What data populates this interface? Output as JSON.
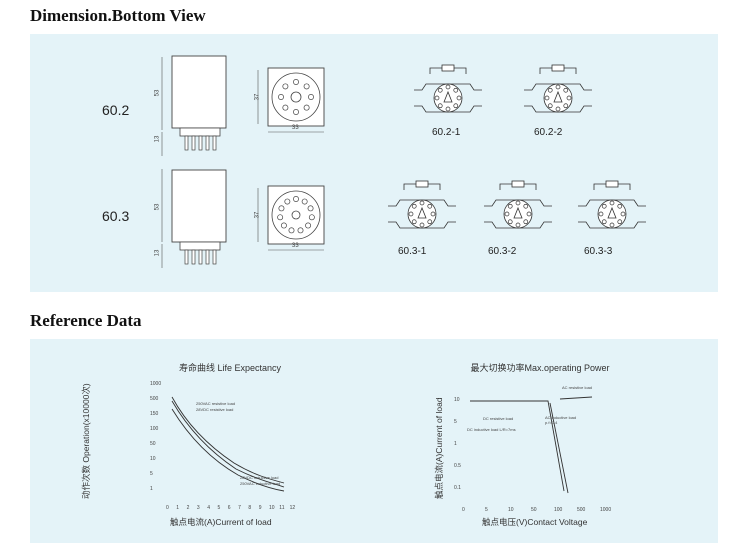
{
  "dimension": {
    "heading": "Dimension.Bottom View",
    "models": [
      {
        "label": "60.2",
        "width": "33",
        "height": "37",
        "body": "53",
        "pin": "13"
      },
      {
        "label": "60.3",
        "width": "33",
        "height": "37",
        "body": "53",
        "pin": "13"
      }
    ],
    "schematics_row1": [
      "60.2-1",
      "60.2-2"
    ],
    "schematics_row2": [
      "60.3-1",
      "60.3-2",
      "60.3-3"
    ]
  },
  "reference": {
    "heading": "Reference Data",
    "life": {
      "title": "寿命曲线 Life  Expectancy",
      "ylabel": "动作次数 Operation(x10000次)",
      "xlabel": "触点电流(A)Current of load",
      "yticks": [
        "1000",
        "500",
        "150",
        "100",
        "50",
        "10",
        "5",
        "1"
      ],
      "xticks": [
        "0",
        "1",
        "2",
        "3",
        "4",
        "5",
        "6",
        "7",
        "8",
        "9",
        "10",
        "11",
        "12"
      ],
      "annotations": [
        "250VAC resistive load",
        "28VDC resistive load",
        "28VDC inductive load",
        "250VAC inductive load"
      ]
    },
    "power": {
      "title": "最大切换功率Max.operating Power",
      "ylabel": "触点电流(A)Current of load",
      "xlabel": "触点电压(V)Contact Voltage",
      "yticks": [
        "10",
        "5",
        "1",
        "0.5",
        "0.1"
      ],
      "xticks": [
        "0",
        "5",
        "10",
        "50",
        "100",
        "500",
        "1000"
      ],
      "annotations": [
        "AC resistive load",
        "DC resistive load",
        "AC inductive load p.f=0.4",
        "DC inductive load L/R=7ms"
      ]
    }
  }
}
